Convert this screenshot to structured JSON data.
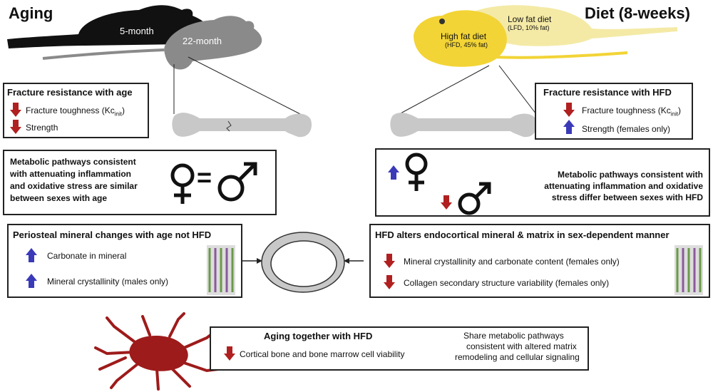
{
  "titles": {
    "aging": "Aging",
    "diet": "Diet (8-weeks)"
  },
  "mice": {
    "young": "5-month",
    "old": "22-month",
    "hfd_name": "High fat diet",
    "hfd_sub": "(HFD, 45% fat)",
    "lfd_name": "Low fat diet",
    "lfd_sub": "(LFD, 10% fat)"
  },
  "age_fracture": {
    "heading": "Fracture resistance with age",
    "toughness": "Fracture toughness (Kc",
    "toughness_sub": "init",
    "toughness_end": ")",
    "strength": "Strength"
  },
  "hfd_fracture": {
    "heading": "Fracture resistance with HFD",
    "toughness": "Fracture toughness (Kc",
    "toughness_sub": "init",
    "toughness_end": ")",
    "strength": "Strength (females only)"
  },
  "age_metabolic": {
    "line1": "Metabolic pathways consistent",
    "line2": "with  attenuating inflammation",
    "line3": "and oxidative stress are similar",
    "line4": "between sexes with age",
    "equals": "="
  },
  "hfd_metabolic": {
    "line1": "Metabolic pathways consistent with",
    "line2": "attenuating inflammation and oxidative",
    "line3": "stress differ between sexes with HFD"
  },
  "periosteal": {
    "heading": "Periosteal mineral changes with age not HFD",
    "item1": "Carbonate in mineral",
    "item2": "Mineral crystallinity (males only)"
  },
  "endocortical": {
    "heading": "HFD alters endocortical mineral & matrix in sex-dependent manner",
    "item1": "Mineral crystallinity and carbonate content (females only)",
    "item2": "Collagen secondary structure variability (females only)"
  },
  "together": {
    "heading": "Aging together with HFD",
    "item1": "Cortical bone and bone marrow cell viability",
    "right1": "Share metabolic pathways",
    "right2": "consistent with altered matrix",
    "right3": "remodeling and cellular signaling"
  },
  "colors": {
    "down": "#b02020",
    "up": "#3a3ab8",
    "hfd": "#f2d436",
    "lfd": "#f4eaa6",
    "cell": "#9e1b1b"
  }
}
